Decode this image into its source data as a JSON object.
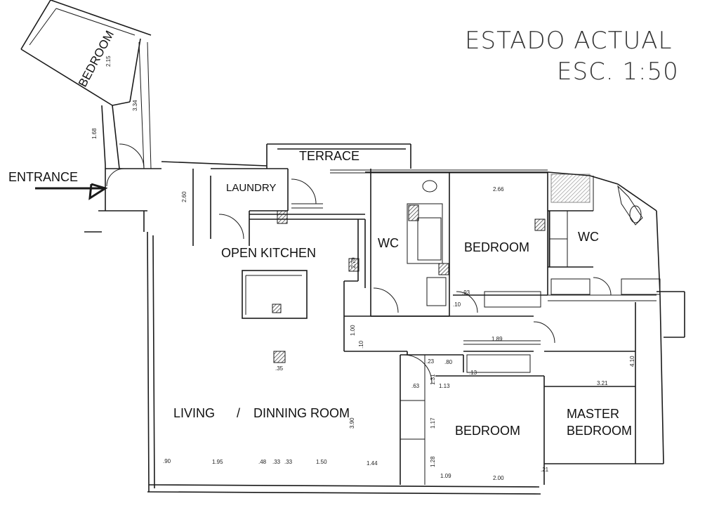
{
  "header": {
    "title": "ESTADO ACTUAL",
    "scale": "ESC. 1:50"
  },
  "rooms": {
    "bedroom_top": "BEDROOM",
    "entrance": "ENTRANCE",
    "terrace": "TERRACE",
    "laundry": "LAUNDRY",
    "open_kitchen": "OPEN KITCHEN",
    "wc_left": "WC",
    "bedroom_mid": "BEDROOM",
    "wc_right": "WC",
    "living": "LIVING",
    "separator": "/",
    "dinning": "DINNING ROOM",
    "bedroom_bottom": "BEDROOM",
    "master_line1": "MASTER",
    "master_line2": "BEDROOM"
  },
  "dimensions": {
    "d_2_15": "2.15",
    "d_3_34": "3.34",
    "d_1_68": "1.68",
    "d_2_60": "2.60",
    "d_2_70": "2.70",
    "d_2_66": "2.66",
    "d_93": ".93",
    "d_10a": ".10",
    "d_1_00": "1.00",
    "d_10b": ".10",
    "d_1_89": "1.89",
    "d_35": ".35",
    "d_23": ".23",
    "d_80": ".80",
    "d_13": ".13",
    "d_1_31": "1.31",
    "d_63": ".63",
    "d_1_13": "1.13",
    "d_3_21": "3.21",
    "d_4_10": "4.10",
    "d_3_90": "3.90",
    "d_1_17": "1.17",
    "d_1_28": "1.28",
    "d_1_09": "1.09",
    "d_2_00": "2.00",
    "d_21": ".21",
    "d_90": ".90",
    "d_1_95": "1.95",
    "d_48": ".48",
    "d_33a": ".33",
    "d_33b": ".33",
    "d_1_50": "1.50",
    "d_1_44": "1.44"
  },
  "colors": {
    "wall": "#1a1a1a",
    "hatch": "#333333"
  }
}
